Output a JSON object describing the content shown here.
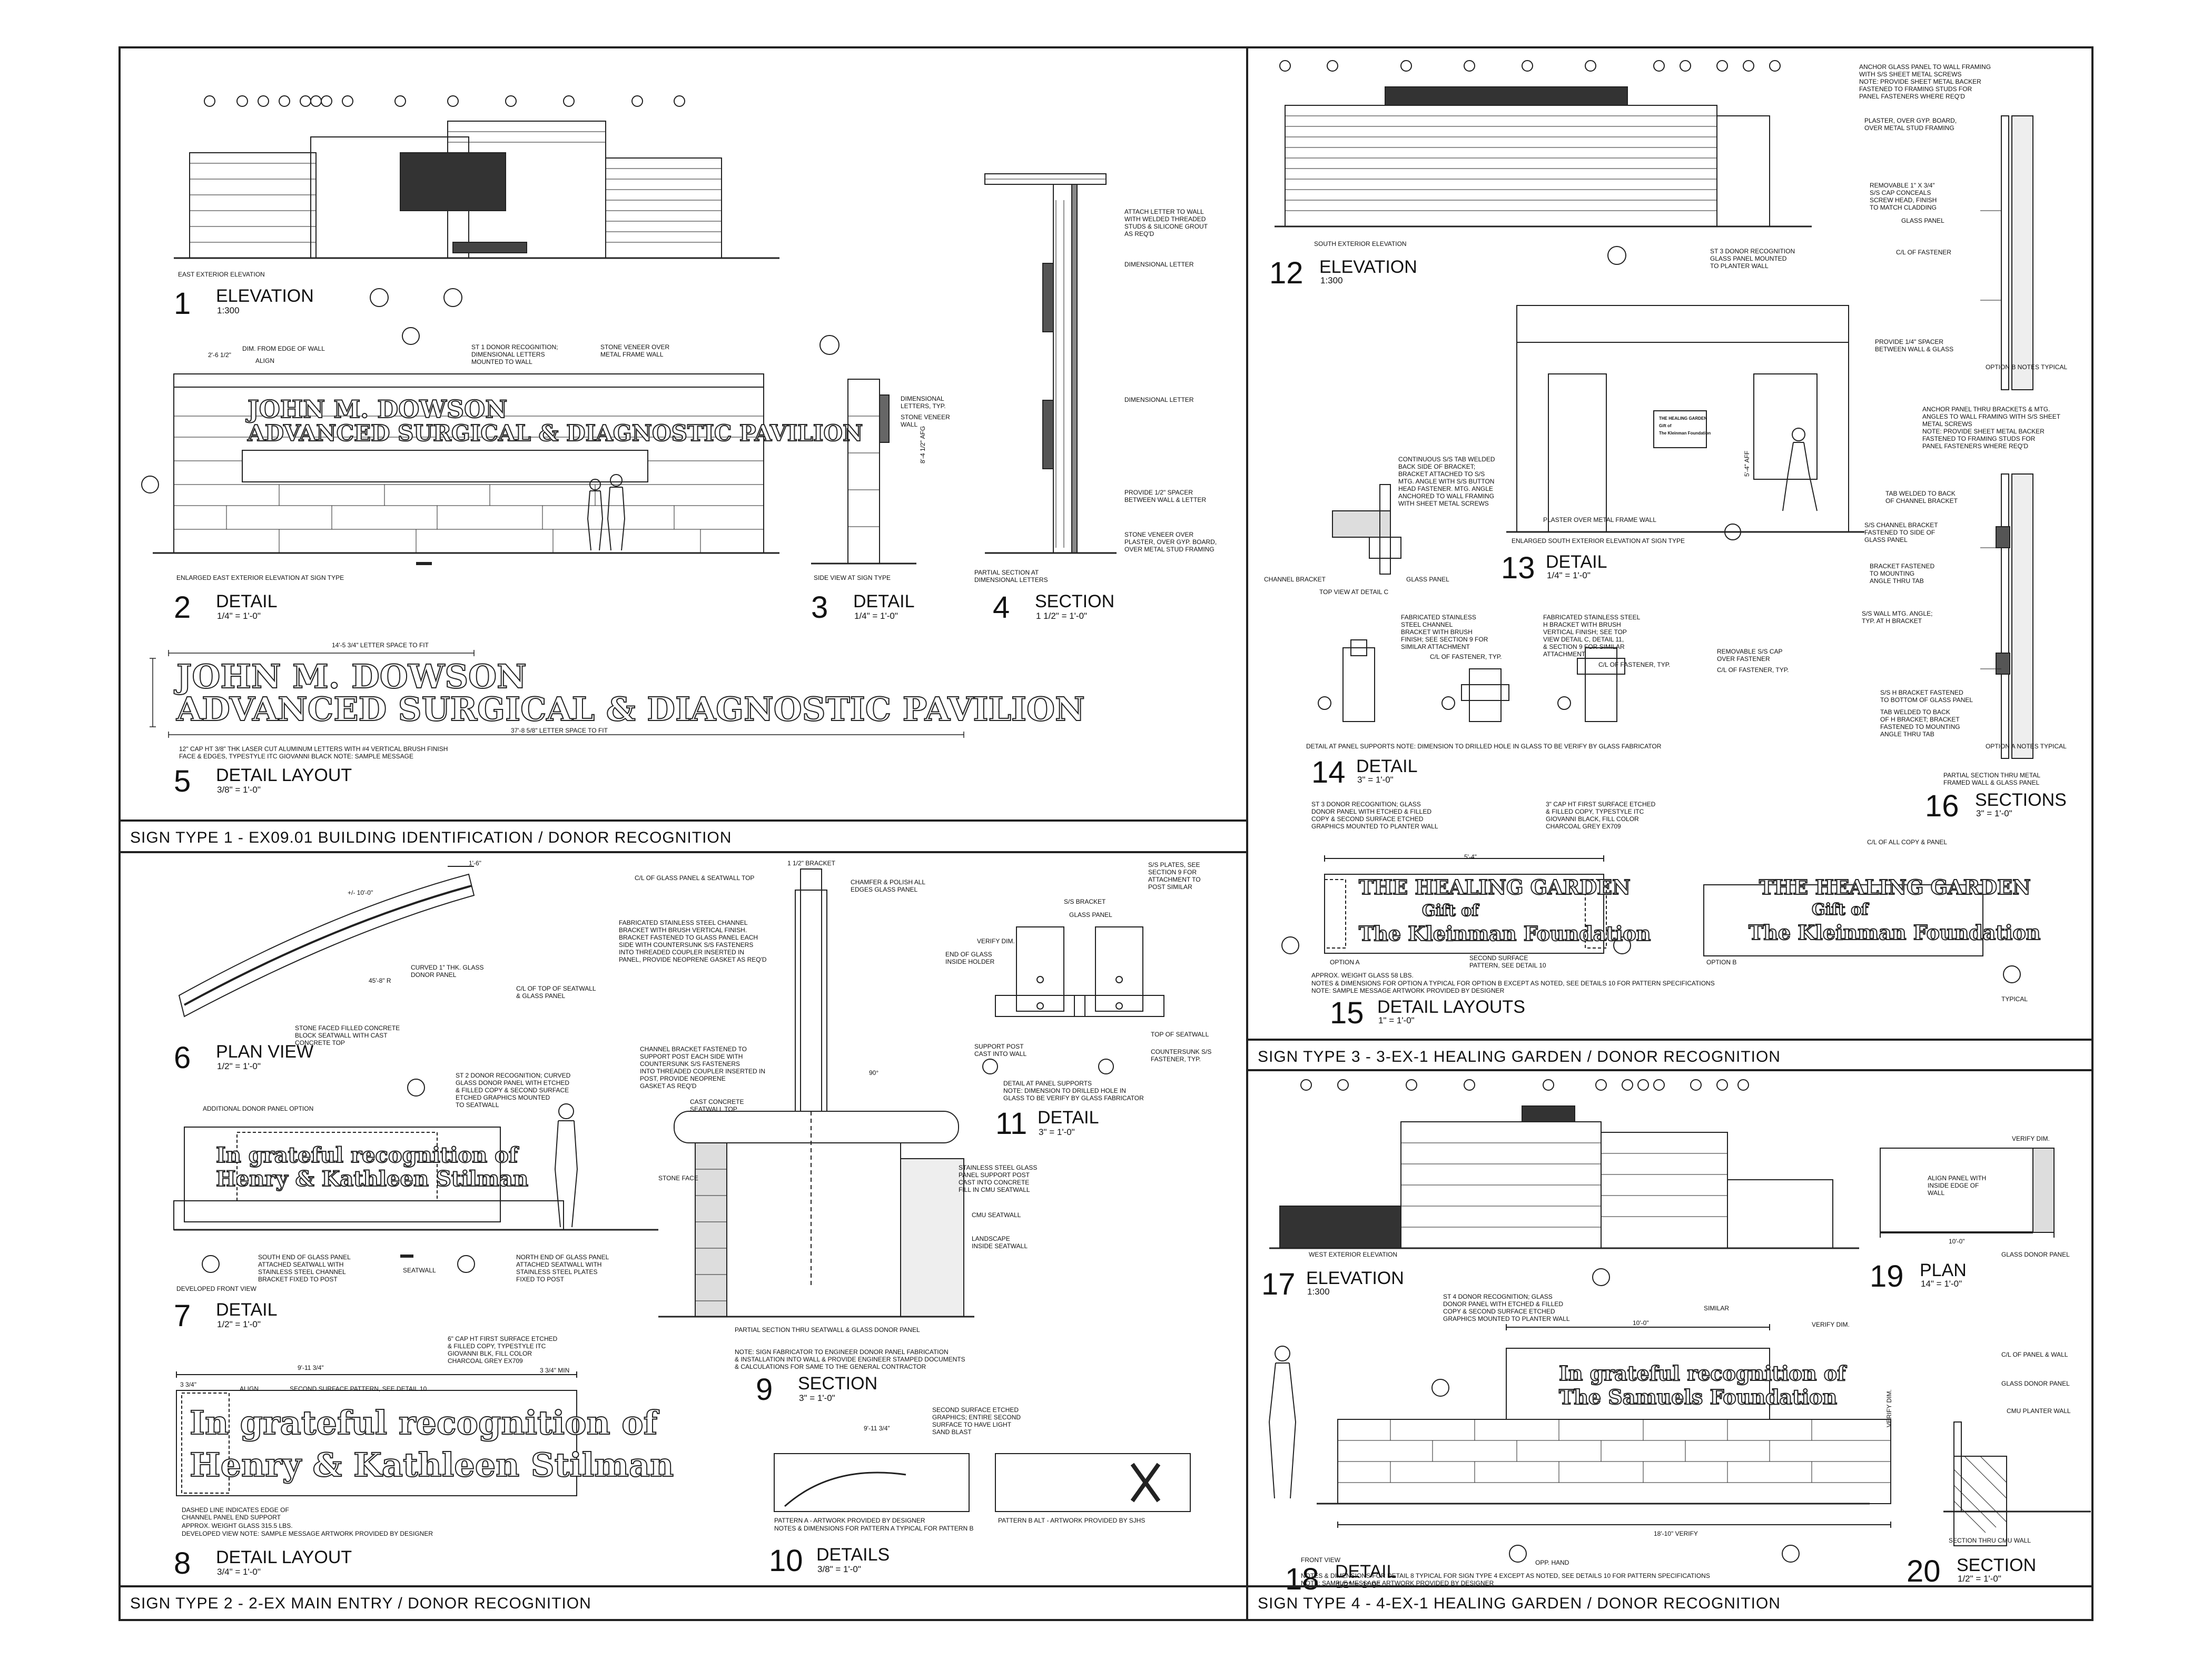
{
  "sheet": {
    "band1": "SIGN TYPE 1 - EX09.01   BUILDING IDENTIFICATION / DONOR RECOGNITION",
    "band2": "SIGN TYPE 2 - 2-EX   MAIN ENTRY / DONOR RECOGNITION",
    "band3": "SIGN TYPE 3 - 3-EX-1   HEALING GARDEN / DONOR RECOGNITION",
    "band4": "SIGN TYPE 4 - 4-EX-1   HEALING GARDEN / DONOR RECOGNITION"
  },
  "views": [
    {
      "n": "1",
      "t": "ELEVATION",
      "s": "1:300"
    },
    {
      "n": "2",
      "t": "DETAIL",
      "s": "1/4\" = 1'-0\""
    },
    {
      "n": "3",
      "t": "DETAIL",
      "s": "1/4\" = 1'-0\""
    },
    {
      "n": "4",
      "t": "SECTION",
      "s": "1 1/2\" = 1'-0\""
    },
    {
      "n": "5",
      "t": "DETAIL LAYOUT",
      "s": "3/8\" = 1'-0\""
    },
    {
      "n": "6",
      "t": "PLAN VIEW",
      "s": "1/2\" = 1'-0\""
    },
    {
      "n": "7",
      "t": "DETAIL",
      "s": "1/2\" = 1'-0\""
    },
    {
      "n": "8",
      "t": "DETAIL LAYOUT",
      "s": "3/4\" = 1'-0\""
    },
    {
      "n": "9",
      "t": "SECTION",
      "s": "3\" = 1'-0\""
    },
    {
      "n": "10",
      "t": "DETAILS",
      "s": "3/8\" = 1'-0\""
    },
    {
      "n": "11",
      "t": "DETAIL",
      "s": "3\" = 1'-0\""
    },
    {
      "n": "12",
      "t": "ELEVATION",
      "s": "1:300"
    },
    {
      "n": "13",
      "t": "DETAIL",
      "s": "1/4\" = 1'-0\""
    },
    {
      "n": "14",
      "t": "DETAIL",
      "s": "3\" = 1'-0\""
    },
    {
      "n": "15",
      "t": "DETAIL LAYOUTS",
      "s": "1\" = 1'-0\""
    },
    {
      "n": "16",
      "t": "SECTIONS",
      "s": "3\" = 1'-0\""
    },
    {
      "n": "17",
      "t": "ELEVATION",
      "s": "1:300"
    },
    {
      "n": "18",
      "t": "DETAIL",
      "s": "1/2\" = 1'-0\""
    },
    {
      "n": "19",
      "t": "PLAN",
      "s": "14\" = 1'-0\""
    },
    {
      "n": "20",
      "t": "SECTION",
      "s": "1/2\" = 1'-0\""
    }
  ],
  "sign1": {
    "line1": "JOHN M. DOWSON",
    "line2": "ADVANCED SURGICAL & DIAGNOSTIC PAVILION",
    "east_label": "EAST EXTERIOR ELEVATION",
    "enlarged_label": "ENLARGED EAST EXTERIOR ELEVATION AT SIGN TYPE",
    "side_label": "SIDE VIEW AT SIGN TYPE",
    "partial_label": "PARTIAL SECTION AT\nDIMENSIONAL LETTERS",
    "n_dim_edge": "DIM. FROM EDGE OF WALL",
    "n_align": "ALIGN",
    "n_st1": "ST 1 DONOR RECOGNITION;\nDIMENSIONAL LETTERS\nMOUNTED TO WALL",
    "n_stone": "STONE VENEER OVER\nMETAL FRAME WALL",
    "n_dim_letters": "DIMENSIONAL\nLETTERS, TYP.",
    "n_stone_wall": "STONE VENEER\nWALL",
    "n_attach": "ATTACH LETTER TO WALL\nWITH WELDED THREADED\nSTUDS & SILICONE GROUT\nAS REQ'D",
    "n_dimletter": "DIMENSIONAL LETTER",
    "n_spacer": "PROVIDE 1/2\" SPACER\nBETWEEN WALL & LETTER",
    "n_veneer": "STONE VENEER OVER\nPLASTER, OVER GYP. BOARD,\nOVER METAL STUD FRAMING",
    "d_top": "14'-5 3/4\" LETTER SPACE TO FIT",
    "d_bottom": "37'-8 5/8\" LETTER SPACE TO FIT",
    "d_edge": "2'-6 1/2\"",
    "d_aff": "8'-4 1/2\" AFG",
    "spec": "12\" CAP HT 3/8\" THK LASER CUT ALUMINUM LETTERS WITH #4 VERTICAL BRUSH FINISH\nFACE & EDGES, TYPESTYLE ITC GIOVANNI BLACK    NOTE: SAMPLE MESSAGE"
  },
  "sign2": {
    "donor_line1": "In grateful recognition of",
    "donor_line2": "Henry & Kathleen Stilman",
    "n_curved": "CURVED 1\" THK. GLASS\nDONOR PANEL",
    "n_stone_faced": "STONE FACED FILLED CONCRETE\nBLOCK SEATWALL WITH CAST\nCONCRETE TOP",
    "n_cl_top": "C/L OF TOP OF SEATWALL\n& GLASS PANEL",
    "d_radius": "+/- 10'-0\"",
    "d_angle": "45'-8\" R",
    "d_16": "1'-6\"",
    "n_additional": "ADDITIONAL DONOR PANEL OPTION",
    "n_st2": "ST 2 DONOR RECOGNITION; CURVED\nGLASS DONOR PANEL WITH ETCHED\n& FILLED COPY & SECOND SURFACE\nETCHED GRAPHICS MOUNTED\nTO SEATWALL",
    "n_south": "SOUTH END OF GLASS PANEL\nATTACHED SEATWALL WITH\nSTAINLESS STEEL CHANNEL\nBRACKET FIXED TO POST",
    "n_seatwall": "SEATWALL",
    "n_north": "NORTH END OF GLASS PANEL\nATTACHED SEATWALL WITH\nSTAINLESS STEEL PLATES\nFIXED TO POST",
    "developed_front": "DEVELOPED FRONT VIEW",
    "n_cap": "6\" CAP HT FIRST SURFACE ETCHED\n& FILLED COPY, TYPESTYLE ITC\nGIOVANNI BLK, FILL COLOR\nCHARCOAL GREY EX709",
    "n_align": "ALIGN",
    "n_second": "SECOND SURFACE PATTERN, SEE DETAIL 10",
    "d_911": "9'-11 3/4\"",
    "d_334": "3 3/4\"",
    "d_min": "3 3/4\" MIN",
    "n_dashed": "DASHED LINE INDICATES EDGE OF\nCHANNEL PANEL END SUPPORT",
    "n_weight": "APPROX. WEIGHT GLASS 315.5 LBS.",
    "n_developed": "DEVELOPED VIEW   NOTE: SAMPLE MESSAGE    ARTWORK PROVIDED BY DESIGNER",
    "n_bracket": "1 1/2\" BRACKET",
    "n_cl_glass": "C/L OF GLASS PANEL & SEATWALL TOP",
    "n_chamfer": "CHAMFER & POLISH ALL\nEDGES GLASS PANEL",
    "n_fab": "FABRICATED STAINLESS STEEL CHANNEL\nBRACKET WITH BRUSH VERTICAL FINISH.\nBRACKET FASTENED TO GLASS PANEL EACH\nSIDE WITH COUNTERSUNK S/S FASTENERS\nINTO THREADED COUPLER INSERTED IN\nPANEL, PROVIDE NEOPRENE GASKET AS REQ'D",
    "n_channel": "CHANNEL BRACKET FASTENED TO\nSUPPORT POST EACH SIDE WITH\nCOUNTERSUNK S/S FASTENERS\nINTO THREADED COUPLER INSERTED IN\nPOST, PROVIDE NEOPRENE\nGASKET AS REQ'D",
    "n_cast": "CAST CONCRETE\nSEATWALL TOP",
    "n_stone_face": "STONE FACE",
    "n_post": "STAINLESS STEEL GLASS\nPANEL SUPPORT POST\nCAST INTO CONCRETE\nFILL IN CMU SEATWALL",
    "n_cmu": "CMU SEATWALL",
    "n_landscape": "LANDSCAPE\nINSIDE SEATWALL",
    "n_partial": "PARTIAL SECTION THRU SEATWALL & GLASS DONOR PANEL",
    "n_sign_fab": "NOTE: SIGN FABRICATOR TO ENGINEER DONOR PANEL FABRICATION\n& INSTALLATION INTO WALL & PROVIDE ENGINEER STAMPED DOCUMENTS\n& CALCULATIONS FOR SAME TO THE GENERAL CONTRACTOR",
    "d_90": "90°",
    "n_ss_bracket": "S/S BRACKET",
    "n_glass_panel": "GLASS PANEL",
    "n_end_glass": "END OF GLASS\nINSIDE HOLDER",
    "n_verify": "VERIFY DIM.",
    "n_support": "SUPPORT POST\nCAST INTO WALL",
    "n_ss_plates": "S/S PLATES, SEE\nSECTION 9 FOR\nATTACHMENT TO\nPOST SIMILAR",
    "n_top_seat": "TOP OF SEATWALL",
    "n_countersunk": "COUNTERSUNK S/S\nFASTENER, TYP.",
    "n_detail_panel": "DETAIL AT PANEL SUPPORTS\nNOTE: DIMENSION TO DRILLED HOLE IN\nGLASS TO BE VERIFY BY GLASS FABRICATOR",
    "n_10_second": "SECOND SURFACE ETCHED\nGRAPHICS; ENTIRE SECOND\nSURFACE TO HAVE LIGHT\nSAND BLAST",
    "n_pattern_a": "PATTERN A - ARTWORK PROVIDED BY DESIGNER",
    "n_pattern_b": "PATTERN  B ALT - ARTWORK PROVIDED BY SJHS",
    "n_notes_dim": "NOTES & DIMENSIONS FOR PATTERN A TYPICAL FOR PATTERN B"
  },
  "sign3": {
    "panel_line1": "THE HEALING GARDEN",
    "panel_line2": "Gift of",
    "panel_line3": "The Kleinman Foundation",
    "south_label": "SOUTH EXTERIOR ELEVATION",
    "n_st3": "ST 3 DONOR RECOGNITION\nGLASS PANEL MOUNTED\nTO PLANTER WALL",
    "n_plaster_wall": "PLASTER OVER METAL FRAME WALL",
    "enlarged_south": "ENLARGED SOUTH EXTERIOR ELEVATION AT SIGN TYPE",
    "d_aff": "5'-4\" AFF",
    "n_continuous": "CONTINUOUS S/S TAB WELDED\nBACK SIDE OF BRACKET;\nBRACKET ATTACHED TO S/S\nMTG. ANGLE WITH S/S BUTTON\nHEAD FASTENER. MTG. ANGLE\nANCHORED TO WALL FRAMING\nWITH SHEET METAL SCREWS",
    "n_channel_bracket": "CHANNEL BRACKET",
    "n_glass_panel": "GLASS PANEL",
    "n_top_view": "TOP VIEW AT DETAIL C",
    "n_fab_ss": "FABRICATED STAINLESS\nSTEEL CHANNEL\nBRACKET WITH BRUSH\nFINISH; SEE SECTION 9 FOR\nSIMILAR ATTACHMENT",
    "n_cl_fast": "C/L OF FASTENER, TYP.",
    "n_fab_h": "FABRICATED STAINLESS STEEL\nH BRACKET WITH BRUSH\nVERTICAL FINISH; SEE TOP\nVIEW DETAIL C, DETAIL 11,\n& SECTION 9 FOR SIMILAR\nATTACHMENT",
    "n_removable": "REMOVABLE S/S CAP\nOVER FASTENER",
    "n_detail_panel": "DETAIL AT PANEL SUPPORTS   NOTE: DIMENSION TO DRILLED HOLE IN GLASS TO BE VERIFY BY GLASS FABRICATOR",
    "n_st3_glass": "ST 3 DONOR RECOGNITION; GLASS\nDONOR PANEL WITH ETCHED & FILLED\nCOPY & SECOND SURFACE ETCHED\nGRAPHICS MOUNTED TO PLANTER WALL",
    "n_cap3": "3\" CAP HT FIRST SURFACE ETCHED\n& FILLED COPY, TYPESTYLE ITC\nGIOVANNI BLACK, FILL COLOR\nCHARCOAL GREY EX709",
    "n_cl_all": "C/L OF ALL COPY & PANEL",
    "n_option_a": "OPTION A",
    "n_option_b": "OPTION B",
    "n_second_pattern": "SECOND SURFACE\nPATTERN, SEE DETAIL 10",
    "n_weight": "APPROX. WEIGHT GLASS 58 LBS.",
    "n_notes15": "NOTES & DIMENSIONS FOR OPTION A TYPICAL FOR OPTION B EXCEPT AS NOTED, SEE DETAILS 10 FOR PATTERN SPECIFICATIONS\nNOTE: SAMPLE MESSAGE   ARTWORK PROVIDED BY DESIGNER",
    "n_typical": "TYPICAL",
    "d_54": "5'-4\"",
    "n_anchor": "ANCHOR GLASS PANEL TO WALL FRAMING\nWITH S/S SHEET METAL SCREWS\nNOTE: PROVIDE SHEET METAL BACKER\nFASTENED TO FRAMING STUDS FOR\nPANEL FASTENERS WHERE REQ'D",
    "n_plaster": "PLASTER, OVER GYP. BOARD,\nOVER METAL STUD FRAMING",
    "n_removable_cap": "REMOVABLE 1\" X 3/4\"\nS/S CAP CONCEALS\nSCREW HEAD, FINISH\nTO MATCH CLADDING",
    "n_glass": "GLASS PANEL",
    "n_cl_fastener": "C/L OF FASTENER",
    "n_spacer": "PROVIDE 1/4\" SPACER\nBETWEEN WALL & GLASS",
    "n_option_b_typ": "OPTION B   NOTES TYPICAL",
    "n_anchor_panel": "ANCHOR PANEL THRU BRACKETS & MTG.\nANGLES TO WALL FRAMING WITH S/S SHEET\nMETAL SCREWS\nNOTE: PROVIDE SHEET METAL BACKER\nFASTENED TO FRAMING STUDS FOR\nPANEL FASTENERS WHERE REQ'D",
    "n_tab_welded": "TAB WELDED TO BACK\nOF CHANNEL BRACKET",
    "n_ss_channel": "S/S CHANNEL BRACKET\nFASTENED TO SIDE OF\nGLASS PANEL",
    "n_bracket_fastened": "BRACKET FASTENED\nTO MOUNTING\nANGLE THRU TAB",
    "n_ss_wall": "S/S WALL MTG. ANGLE;\nTYP. AT H BRACKET",
    "n_ss_h": "S/S H BRACKET FASTENED\nTO BOTTOM OF GLASS PANEL",
    "n_tab_back": "TAB WELDED TO BACK\nOF H BRACKET; BRACKET\nFASTENED TO MOUNTING\nANGLE THRU TAB",
    "n_option_a_typ": "OPTION A   NOTES TYPICAL",
    "n_partial16": "PARTIAL SECTION THRU METAL\nFRAMED WALL & GLASS PANEL"
  },
  "sign4": {
    "panel_line1": "In grateful recognition of",
    "panel_line2": "The Samuels Foundation",
    "west_label": "WEST EXTERIOR ELEVATION",
    "n_st4": "ST 4 DONOR RECOGNITION; GLASS\nDONOR PANEL WITH ETCHED & FILLED\nCOPY & SECOND SURFACE ETCHED\nGRAPHICS MOUNTED TO PLANTER WALL",
    "n_similar": "SIMILAR",
    "d_100": "10'-0\"",
    "d_verify": "VERIFY DIM.",
    "d_1810": "18'-10\" VERIFY",
    "n_front": "FRONT VIEW",
    "n_opp": "OPP. HAND",
    "n_notes18": "NOTES & DIMENSIONS FOR DETAIL 8 TYPICAL FOR SIGN TYPE 4 EXCEPT AS NOTED, SEE DETAILS 10 FOR PATTERN SPECIFICATIONS\nNOTE: SAMPLE MESSAGE   ARTWORK PROVIDED BY DESIGNER",
    "n_align_wall": "ALIGN PANEL WITH\nINSIDE EDGE OF\nWALL",
    "n_glass_donor": "GLASS DONOR PANEL",
    "n_cl_panel": "C/L OF PANEL & WALL",
    "n_cmu_planter": "CMU PLANTER WALL",
    "n_section_cmu": "SECTION THRU CMU WALL"
  }
}
